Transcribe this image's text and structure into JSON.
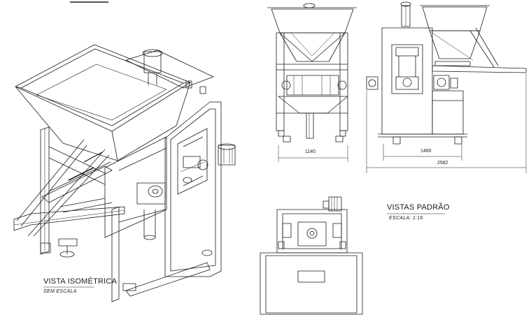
{
  "views": {
    "isometric": {
      "title": "VISTA ISOMÉTRICA",
      "scale": "SEM ESCALA"
    },
    "standard": {
      "title": "VISTAS PADRÃO",
      "scale": "ESCALA: 1:16"
    }
  },
  "dimensions": {
    "front_width": "1140",
    "side_width": "1460",
    "overall_length": "2582"
  },
  "colors": {
    "line": "#1a1a1a",
    "background": "#ffffff"
  }
}
